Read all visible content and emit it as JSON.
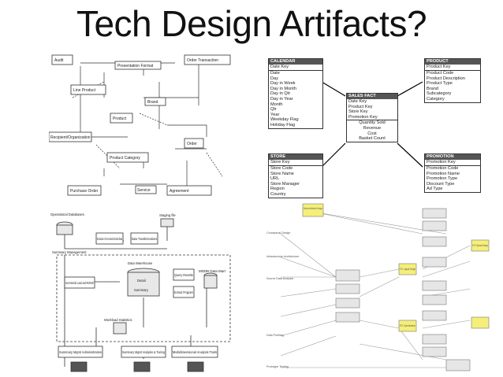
{
  "page": {
    "title": "Tech Design Artifacts?"
  },
  "er_diagram": {
    "entities": [
      "Audit",
      "Presentation Format",
      "Order Transaction",
      "Line Product",
      "Brand",
      "Product",
      "Order",
      "Product Category",
      "Recipient/Organization",
      "Purchase Order",
      "Service",
      "Agreement"
    ]
  },
  "star_schema": {
    "calendar": {
      "header": "CALENDAR",
      "key": "Date Key",
      "fields": [
        "Date",
        "Day",
        "Day in Week",
        "Day in Month",
        "Day in Qtr",
        "Day in Year",
        "Month",
        "Qtr",
        "Year",
        "Weekday Flag",
        "Holiday Flag"
      ]
    },
    "product": {
      "header": "PRODUCT",
      "key": "Product Key",
      "fields": [
        "Product Code",
        "Product Description",
        "Product Type",
        "Brand",
        "Subcategory",
        "Category"
      ]
    },
    "sales_fact": {
      "header": "SALES FACT",
      "keys": [
        "Date Key",
        "Product Key",
        "Store Key",
        "Promotion Key"
      ],
      "measures": [
        "Quantity Sold",
        "Revenue",
        "Cost",
        "Basket Count"
      ]
    },
    "store": {
      "header": "STORE",
      "key": "Store Key",
      "fields": [
        "Store Code",
        "Store Name",
        "URL",
        "Store Manager",
        "Region",
        "Country"
      ]
    },
    "promotion": {
      "header": "PROMOTION",
      "key": "Promotion Key",
      "fields": [
        "Promotion Code",
        "Promotion Name",
        "Promotion Type",
        "Discount Type",
        "Ad Type"
      ]
    }
  },
  "dw_architecture": {
    "labels": [
      "Operational Databases",
      "Staging file",
      "Extraction of Incremental Detail Data",
      "Data Transformations",
      "Summary Management",
      "Data Warehouse",
      "Detail",
      "Summary",
      "Query Rewrite",
      "MDDB Data Mart",
      "Incremental Load and Refresh",
      "Extract Program",
      "Workload Statistics",
      "Summary Mgmt Administration",
      "Summary Mgmt Analysis & Tuning",
      "Multidimensional Analysis Tools"
    ]
  },
  "flow_diagram": {
    "labels": [
      "Solution Architecture Prototype",
      "Conceptual Design",
      "Infrastructure Architecture",
      "Source Data Analysis",
      "ETL Logical Design",
      "ETL Physical Design",
      "ETL Specification",
      "Data Profiling",
      "Prototype Testing"
    ]
  },
  "colors": {
    "title": "#111111",
    "table_header": "#555555",
    "flow_highlight": "#f5ef7a",
    "flow_box": "#e6e6e6"
  }
}
